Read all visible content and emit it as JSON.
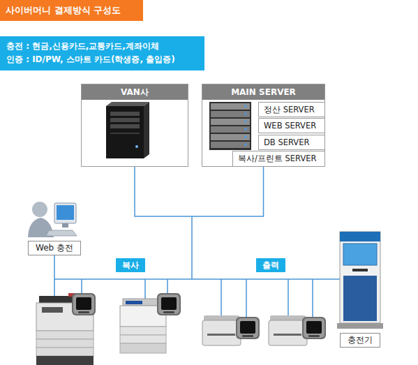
{
  "diagram": {
    "title": "사이버머니 결제방식 구성도",
    "nodes": [
      {
        "text": [
          "충전 : 현금,신용카드,교통카드,계좌이체",
          "인증 : ID/PW, 스마트 카드(학생증, 출입증)"
        ]
      },
      {
        "text": [
          "VAN사"
        ]
      },
      {
        "text": [
          "MAIN SERVER"
        ]
      },
      {
        "text": [
          "정산 SERVER"
        ],
        "in": 2
      },
      {
        "text": [
          "WEB SERVER"
        ],
        "in": 2
      },
      {
        "text": [
          "DB SERVER"
        ],
        "in": 2
      },
      {
        "text": [
          "복사/프린트 SERVER"
        ],
        "in": 2
      },
      {
        "text": [
          "Web 충전"
        ]
      },
      {
        "text": [
          "복사"
        ]
      },
      {
        "text": [
          "출력"
        ]
      },
      {
        "text": [
          "충전기"
        ]
      }
    ],
    "edges": [
      {
        "from": 1,
        "to": 2,
        "arrow": "none"
      }
    ]
  }
}
